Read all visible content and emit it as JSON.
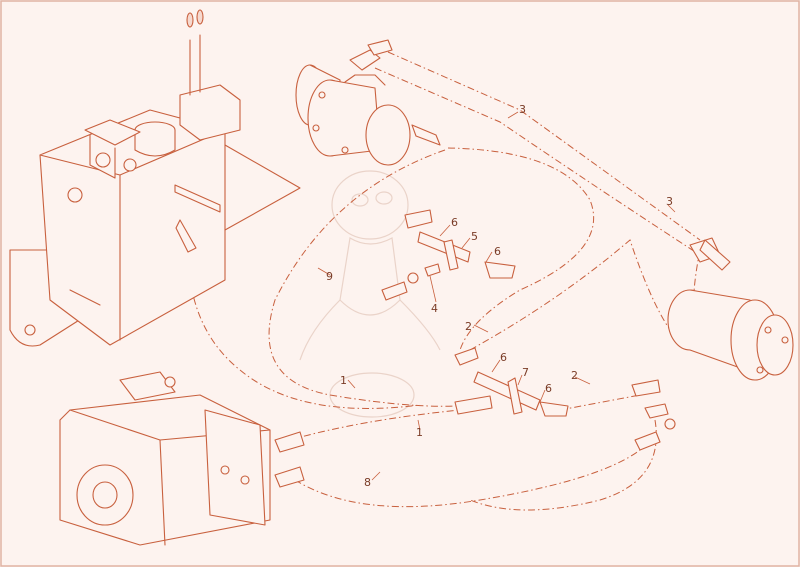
{
  "colors": {
    "ink": "#c8603e",
    "background": "#fdf3ef",
    "text": "#7a3b26"
  },
  "callouts": [
    {
      "id": "c3a",
      "text": "3"
    },
    {
      "id": "c3b",
      "text": "3"
    },
    {
      "id": "c6a",
      "text": "6"
    },
    {
      "id": "c5",
      "text": "5"
    },
    {
      "id": "c6b",
      "text": "6"
    },
    {
      "id": "c9",
      "text": "9"
    },
    {
      "id": "c4",
      "text": "4"
    },
    {
      "id": "c2a",
      "text": "2"
    },
    {
      "id": "c6c",
      "text": "6"
    },
    {
      "id": "c7",
      "text": "7"
    },
    {
      "id": "c6d",
      "text": "6"
    },
    {
      "id": "c2b",
      "text": "2"
    },
    {
      "id": "c1a",
      "text": "1"
    },
    {
      "id": "c1b",
      "text": "1"
    },
    {
      "id": "c8",
      "text": "8"
    }
  ]
}
